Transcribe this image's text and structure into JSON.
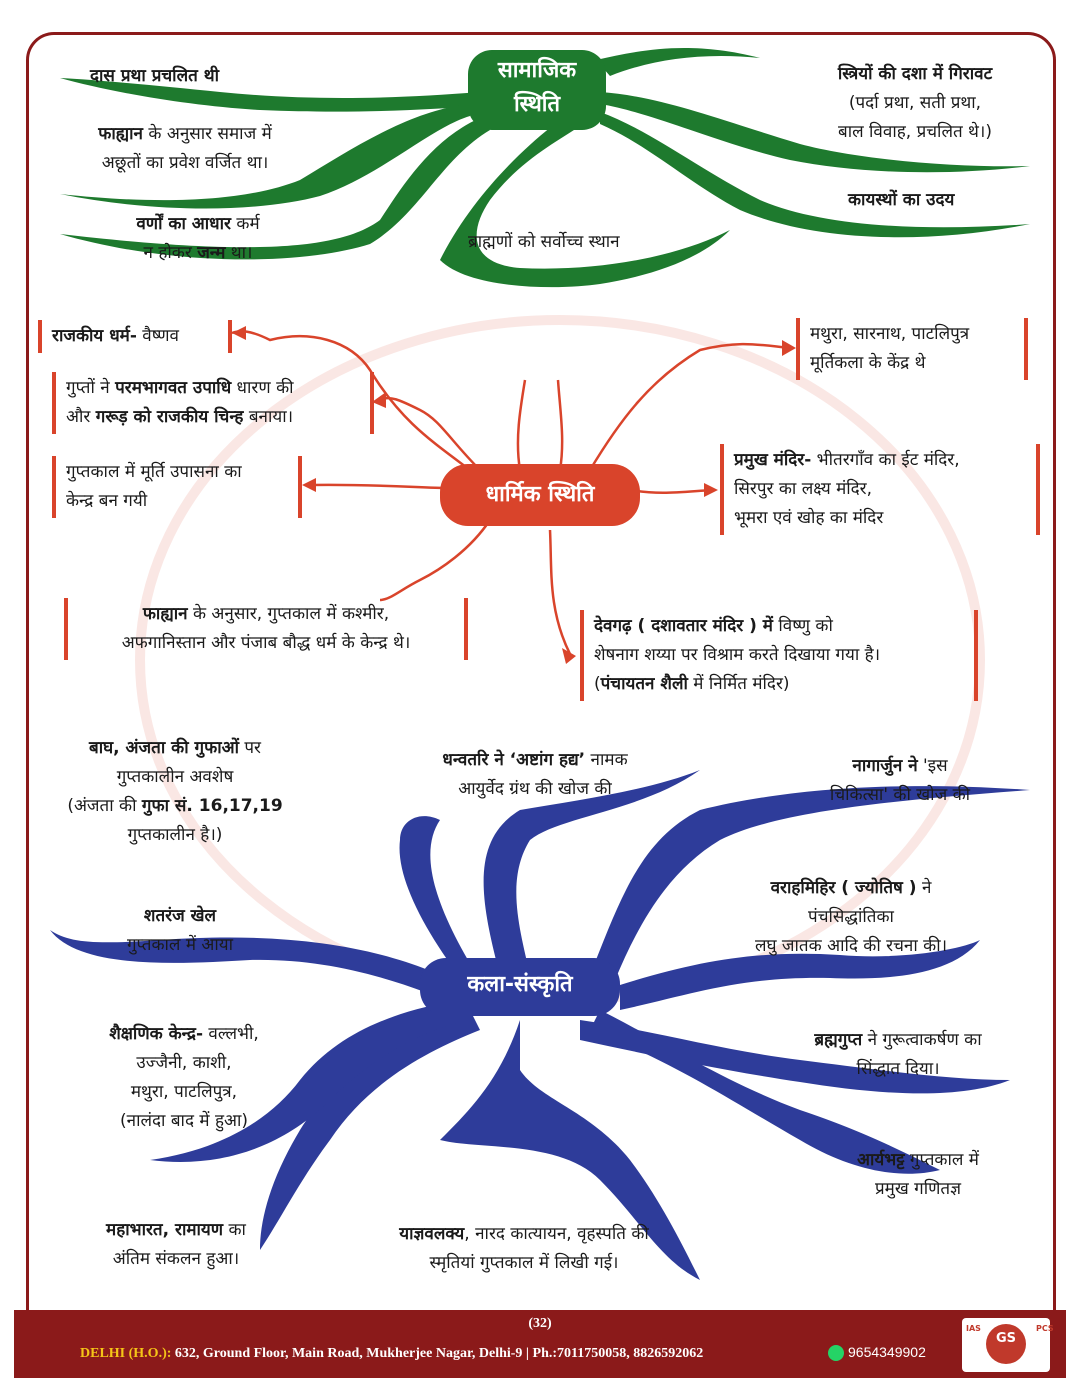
{
  "social": {
    "hub": [
      "सामाजिक",
      "स्थिति"
    ],
    "slavery": "दास प्रथा प्रचलित थी",
    "fahien_a": "फाह्यान",
    "fahien_b": " के अनुसार समाज में",
    "fahien_c": "अछूतों का प्रवेश वर्जित था।",
    "varna_a": "वर्णों का आधार",
    "varna_b": " कर्म",
    "varna_c": "न होकर ",
    "varna_d": "जन्म",
    "varna_e": " था।",
    "women_a": "स्त्रियों की दशा में गिरावट",
    "women_b": "(पर्दा प्रथा, सती प्रथा,",
    "women_c": "बाल विवाह, प्रचलित थे।)",
    "kayastha": "कायस्थों का उदय",
    "brahmin": "ब्राह्मणों को सर्वोच्च स्थान"
  },
  "religious": {
    "hub": "धार्मिक स्थिति",
    "state_a": "राजकीय धर्म-",
    "state_b": " वैष्णव",
    "guptas_a": "गुप्तों ने ",
    "guptas_b": "परमभागवत उपाधि",
    "guptas_c": " धारण की",
    "guptas_d": "और ",
    "guptas_e": "गरूड़ को राजकीय चिन्ह",
    "guptas_f": " बनाया।",
    "idol_a": "गुप्तकाल में मूर्ति उपासना का",
    "idol_b": "केन्द्र बन गयी",
    "fahien_a": "फाह्यान",
    "fahien_b": " के अनुसार, गुप्तकाल में कश्मीर,",
    "fahien_c": "अफगानिस्तान और पंजाब बौद्ध धर्म के केन्द्र थे।",
    "mathura_a": "मथुरा, सारनाथ, पाटलिपुत्र",
    "mathura_b": "मूर्तिकला के केंद्र थे",
    "temples_a": "प्रमुख मंदिर-",
    "temples_b": " भीतरगाँव का ईट मंदिर,",
    "temples_c": "सिरपुर का लक्ष्य मंदिर,",
    "temples_d": "भूमरा एवं खोह का मंदिर",
    "deogarh_a": "देवगढ़ ( दशावतार मंदिर ) में",
    "deogarh_b": " विष्णु को",
    "deogarh_c": "शेषनाग शय्या पर विश्राम करते दिखाया गया है।",
    "deogarh_d": "(",
    "deogarh_e": "पंचायतन शैली",
    "deogarh_f": " में निर्मित मंदिर)"
  },
  "culture": {
    "hub": "कला-संस्कृति",
    "bagh_a": "बाघ, अंजता की गुफाओं",
    "bagh_b": " पर",
    "bagh_c": "गुप्तकालीन अवशेष",
    "bagh_d": "(अंजता की ",
    "bagh_e": "गुफा सं. 16,17,19",
    "bagh_f": "गुप्तकालीन है।)",
    "dhanvantari_a": "धन्वतरि ने ‘अष्टांग हद्य’",
    "dhanvantari_b": " नामक",
    "dhanvantari_c": "आयुर्वेद ग्रंथ की खोज की",
    "nagarjuna_a": "नागार्जुन ने",
    "nagarjuna_b": " 'इस",
    "nagarjuna_c": "चिकित्सा' की खोज की",
    "chess_a": "शतरंज खेल",
    "chess_b": "गुप्तकाल में आया",
    "varaha_a": "वराहमिहिर ( ज्योतिष )",
    "varaha_b": " ने",
    "varaha_c": "पंचसिद्धांतिका",
    "varaha_d": "लघु जातक आदि की रचना की।",
    "edu_a": "शैक्षणिक केन्द्र-",
    "edu_b": " वल्लभी,",
    "edu_c": "उज्जैनी, काशी,",
    "edu_d": "मथुरा, पाटलिपुत्र,",
    "edu_e": "(नालंदा बाद में हुआ)",
    "brahma_a": "ब्रह्मगुप्त",
    "brahma_b": " ने गुरूत्वाकर्षण का",
    "brahma_c": "सिंद्धात दिया।",
    "arya_a": "आर्यभट्ट",
    "arya_b": " गुप्तकाल में",
    "arya_c": "प्रमुख गणितज्ञ",
    "epic_a": "महाभारत, रामायण",
    "epic_b": " का",
    "epic_c": "अंतिम संकलन हुआ।",
    "smriti_a": "याज्ञवलक्य",
    "smriti_b": ", नारद कात्यायन, वृहस्पति की",
    "smriti_c": "स्मृतियां गुप्तकाल में लिखी गई।"
  },
  "footer": {
    "page": "(32)",
    "label": "DELHI (H.O.):",
    "address": " 632, Ground Floor, Main Road, Mukherjee Nagar, Delhi-9 | Ph.:7011750058, 8826592062",
    "whatsapp": "9654349902",
    "logo": "GS",
    "logo_left": "IAS",
    "logo_right": "PCS"
  },
  "colors": {
    "green": "#1e7a2e",
    "red": "#d9442b",
    "blue": "#2e3c9a",
    "maroon": "#8b1a1a"
  }
}
